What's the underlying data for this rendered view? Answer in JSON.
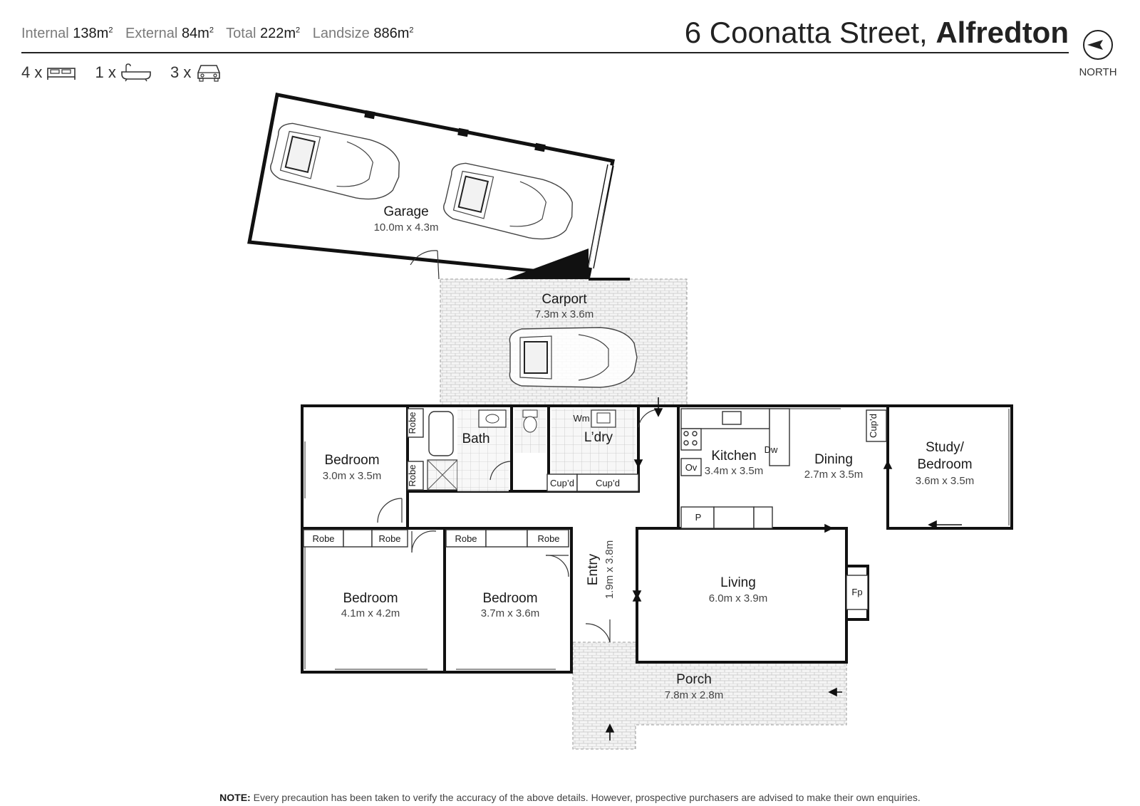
{
  "header": {
    "internal_label": "Internal",
    "internal_value": "138m",
    "external_label": "External",
    "external_value": "84m",
    "total_label": "Total",
    "total_value": "222m",
    "landsize_label": "Landsize",
    "landsize_value": "886m",
    "sq": "2"
  },
  "title": {
    "street": "6 Coonatta Street,",
    "suburb": "Alfredton"
  },
  "compass": {
    "label": "NORTH",
    "icon": "north-compass-icon"
  },
  "counts": {
    "bedrooms": "4 x",
    "bathrooms": "1 x",
    "car_spaces": "3 x"
  },
  "rooms": {
    "garage": {
      "name": "Garage",
      "dims": "10.0m x 4.3m"
    },
    "carport": {
      "name": "Carport",
      "dims": "7.3m x 3.6m"
    },
    "bedroom1": {
      "name": "Bedroom",
      "dims": "3.0m x 3.5m"
    },
    "bath": {
      "name": "Bath"
    },
    "laundry": {
      "name": "L’dry"
    },
    "kitchen": {
      "name": "Kitchen",
      "dims": "3.4m x 3.5m"
    },
    "dining": {
      "name": "Dining",
      "dims": "2.7m x 3.5m"
    },
    "study": {
      "name_line1": "Study/",
      "name_line2": "Bedroom",
      "dims": "3.6m x 3.5m"
    },
    "bedroom2": {
      "name": "Bedroom",
      "dims": "4.1m x 4.2m"
    },
    "bedroom3": {
      "name": "Bedroom",
      "dims": "3.7m x 3.6m"
    },
    "entry": {
      "name": "Entry",
      "dims": "1.9m x 3.8m"
    },
    "living": {
      "name": "Living",
      "dims": "6.0m x 3.9m"
    },
    "porch": {
      "name": "Porch",
      "dims": "7.8m x 2.8m"
    }
  },
  "fixtures": {
    "robe": "Robe",
    "cupd": "Cup’d",
    "wm": "Wm",
    "dw": "Dw",
    "ov": "Ov",
    "pantry": "P",
    "fp": "Fp"
  },
  "note": {
    "bold": "NOTE:",
    "text": " Every precaution has been taken to verify the accuracy of the above details. However, prospective purchasers are advised to make their own enquiries."
  },
  "colors": {
    "wall": "#111111",
    "line": "#333333",
    "tile": "#c8c8c8"
  }
}
